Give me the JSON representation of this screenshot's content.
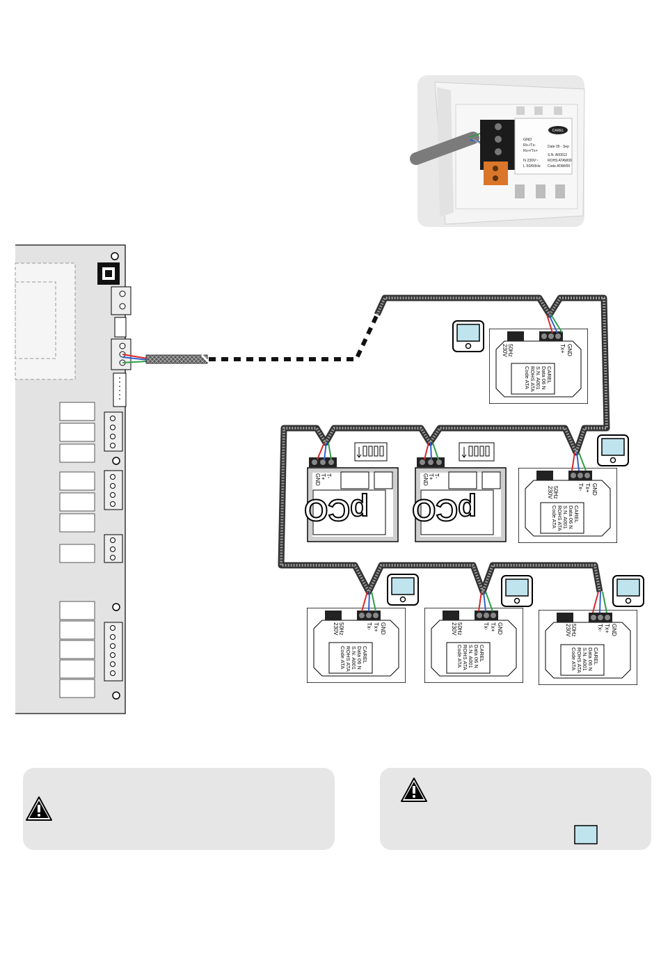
{
  "photo": {
    "brand": "CAREL",
    "terminal_labels": [
      "GND",
      "Rx-/Tx-",
      "Rx+/Tx+",
      "N 230V~",
      "L 50/60Hz"
    ],
    "label_lines": [
      "Date 05 - Sep",
      "S.N. A00012",
      "ROHS ATAW00",
      "Code ATAW00"
    ]
  },
  "controller_module": {
    "terminal_labels": [
      "GND",
      "Tx+",
      "Tx-"
    ],
    "power_labels": [
      "230V",
      "50Hz"
    ],
    "label_lines": [
      "CAREL",
      "Data 06 N",
      "S.N. A001",
      "ROHS ATA",
      "Code ATA"
    ]
  },
  "pco_board": {
    "logo": "pCO",
    "terminal_labels": [
      "GND",
      "T+",
      "T-"
    ]
  },
  "colors": {
    "cable": "#4a4a4a",
    "wire_red": "#d62828",
    "wire_blue": "#2f5fd0",
    "wire_green": "#2e9e48",
    "thermostat_screen": "#bfe4ee",
    "warning_box": "#e6e6e6"
  },
  "icons": {
    "warning": "warning-triangle-icon",
    "thermostat": "thermostat-icon"
  }
}
